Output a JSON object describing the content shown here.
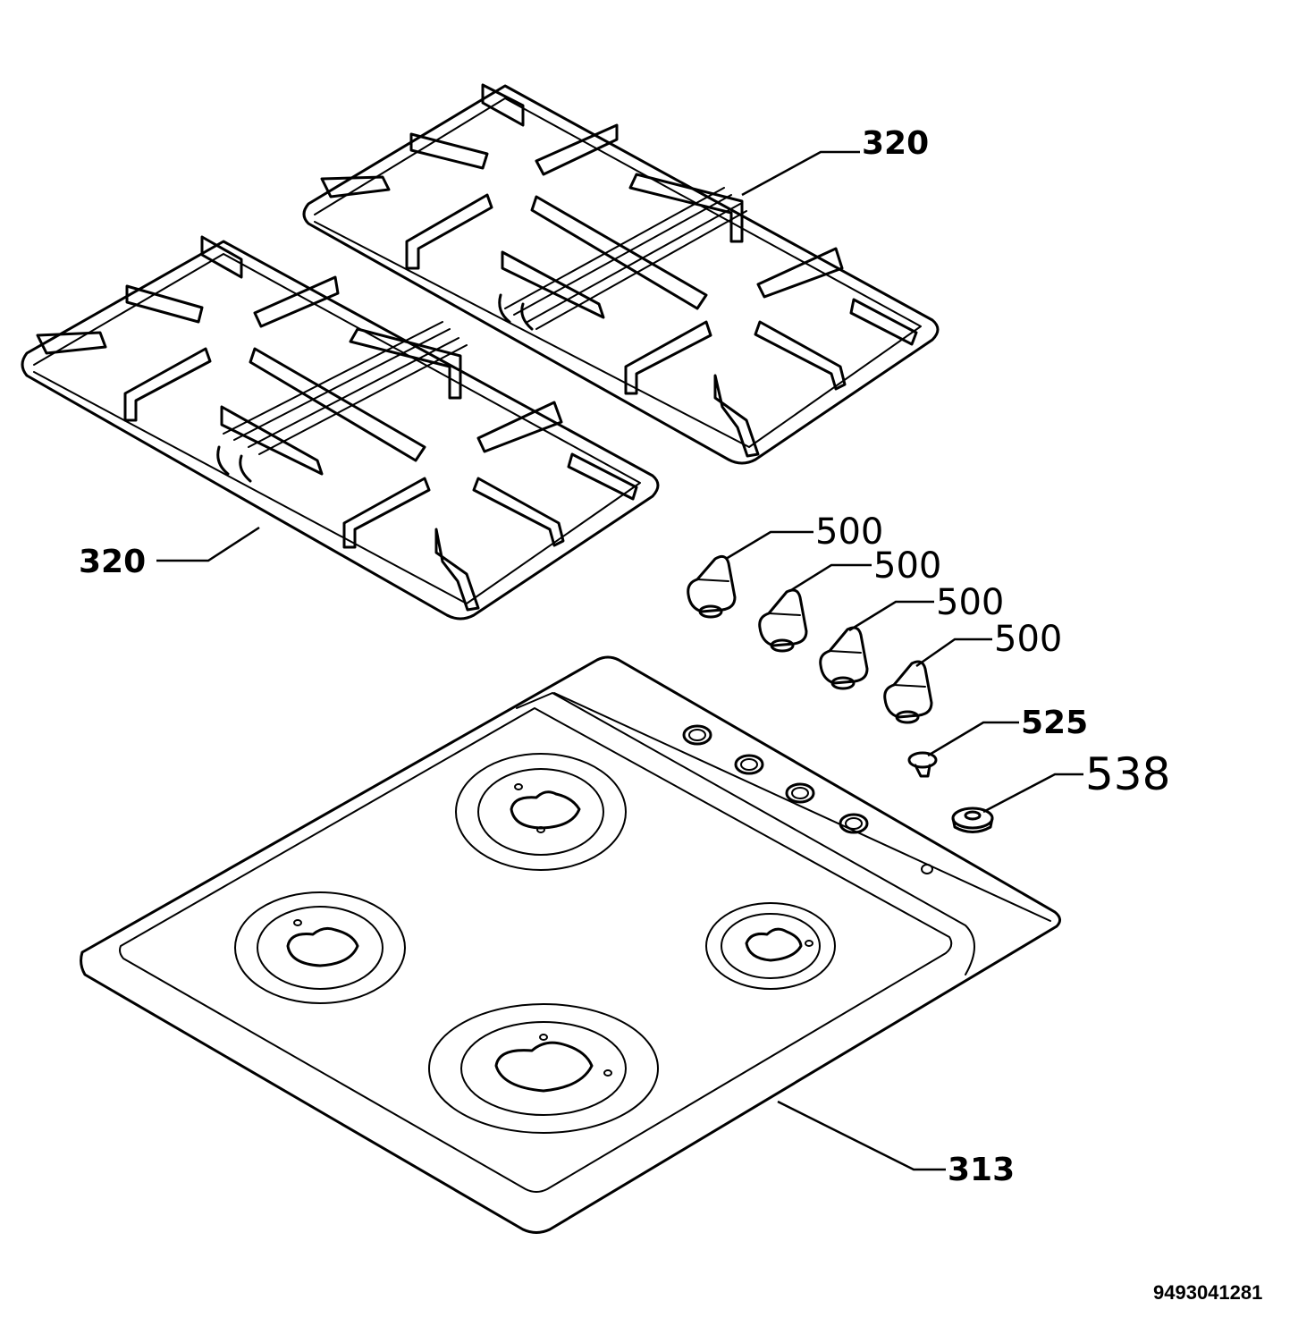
{
  "labels": {
    "grid_top": "320",
    "grid_left": "320",
    "knob_1": "500",
    "knob_2": "500",
    "knob_3": "500",
    "knob_4": "500",
    "part_525": "525",
    "part_538": "538",
    "hob_top": "313"
  },
  "document_number": "9493041281"
}
